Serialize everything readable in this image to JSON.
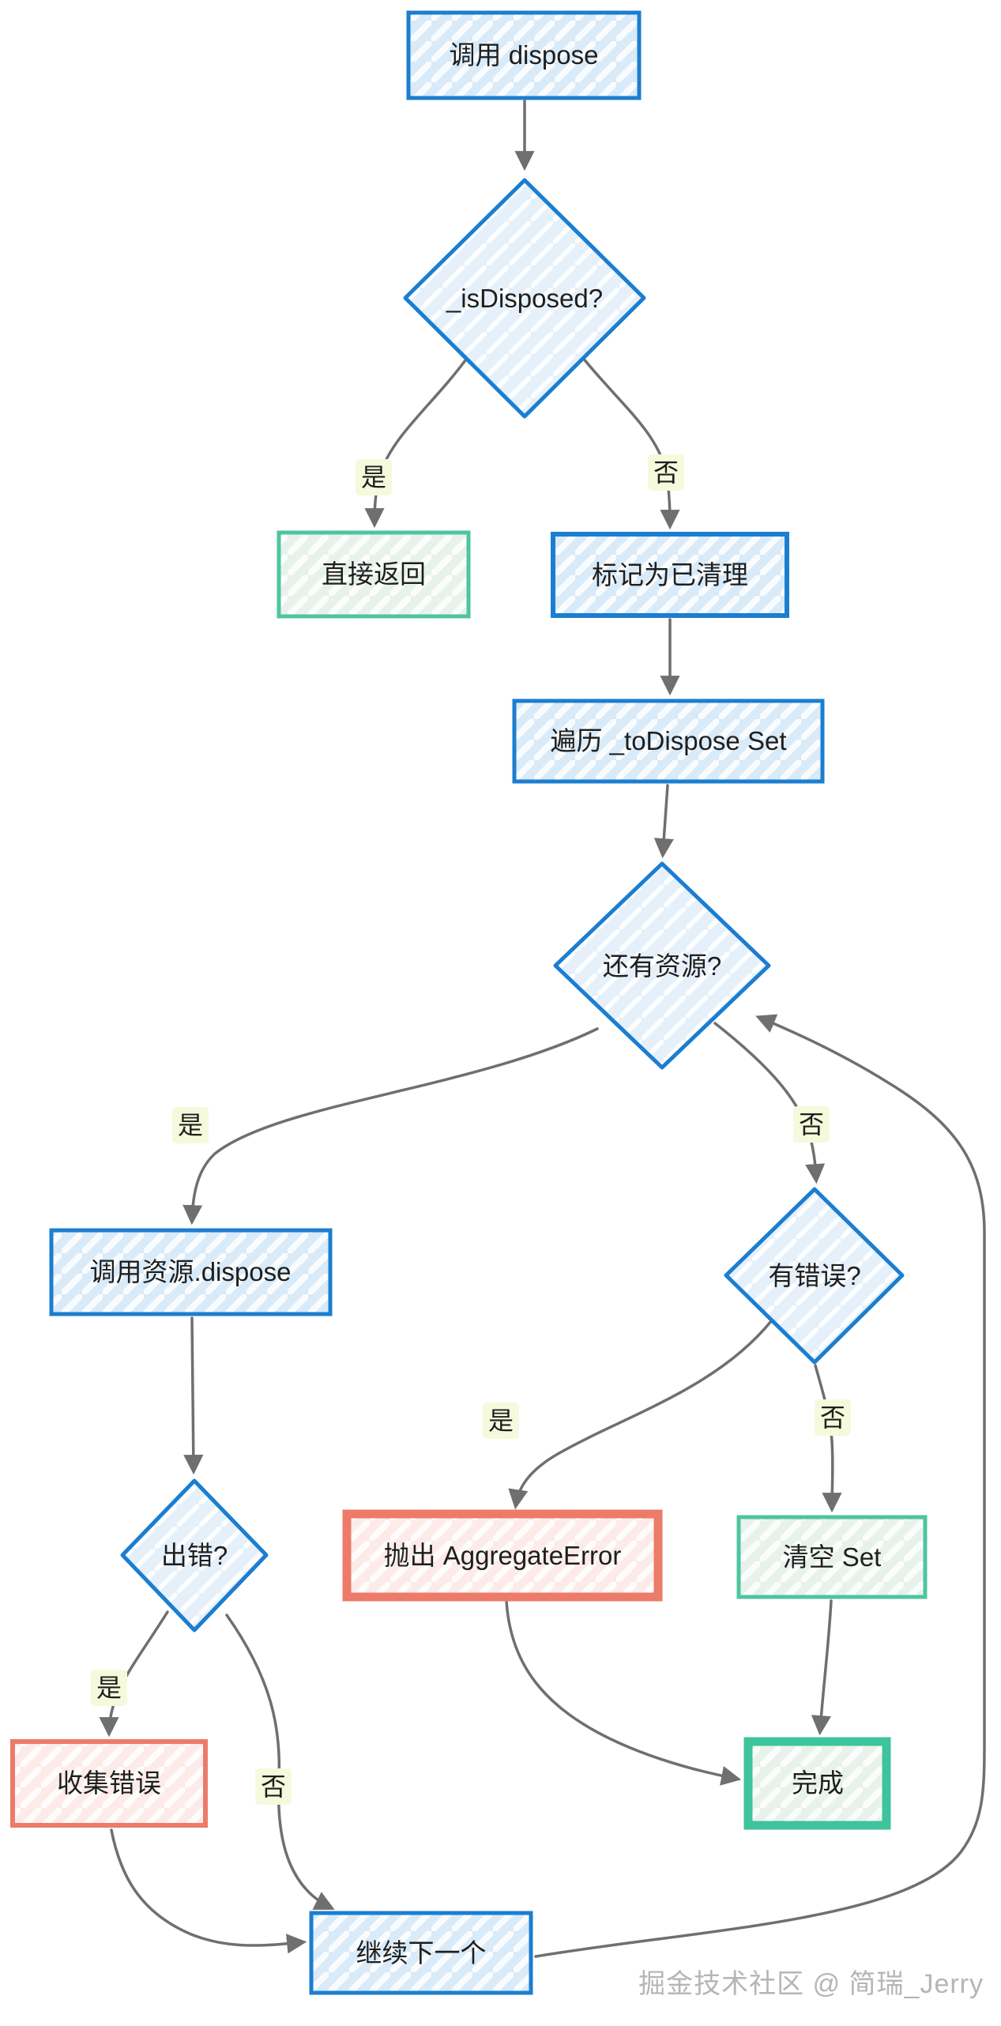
{
  "diagram": {
    "title_hint": "dispose 流程图",
    "nodes": {
      "start": {
        "label": "调用 dispose",
        "shape": "rect",
        "color_role": "blue"
      },
      "is_disposed": {
        "label": "_isDisposed?",
        "shape": "diamond",
        "color_role": "blue"
      },
      "return_directly": {
        "label": "直接返回",
        "shape": "rect",
        "color_role": "green"
      },
      "mark_disposed": {
        "label": "标记为已清理",
        "shape": "rect",
        "color_role": "blue"
      },
      "iterate_set": {
        "label": "遍历 _toDispose Set",
        "shape": "rect",
        "color_role": "blue"
      },
      "has_resources": {
        "label": "还有资源?",
        "shape": "diamond",
        "color_role": "blue"
      },
      "call_resource_dispose": {
        "label": "调用资源.dispose",
        "shape": "rect",
        "color_role": "blue"
      },
      "has_errors": {
        "label": "有错误?",
        "shape": "diamond",
        "color_role": "blue"
      },
      "throw_aggregate_error": {
        "label": "抛出 AggregateError",
        "shape": "rect",
        "color_role": "red"
      },
      "clear_set": {
        "label": "清空 Set",
        "shape": "rect",
        "color_role": "green"
      },
      "did_error": {
        "label": "出错?",
        "shape": "diamond",
        "color_role": "blue"
      },
      "collect_errors": {
        "label": "收集错误",
        "shape": "rect",
        "color_role": "red"
      },
      "done": {
        "label": "完成",
        "shape": "rect",
        "color_role": "green"
      },
      "continue_next": {
        "label": "继续下一个",
        "shape": "rect",
        "color_role": "blue"
      }
    },
    "edge_labels": {
      "yes": "是",
      "no": "否"
    },
    "colors": {
      "blue_stroke": "#1b7ed0",
      "blue_fill": "#d9eaf8",
      "diamond_fill": "#e5f0fa",
      "green_stroke": "#4fc4a1",
      "green_fill": "#e7f3ea",
      "red_stroke": "#ec7b69",
      "red_fill": "#fcebe8",
      "arrow": "#6f6f6f",
      "edge_label_bg": "#f5fadc",
      "text": "#1e1e1e",
      "watermark_color": "#b5b5b5"
    },
    "watermark": "掘金技术社区 @ 简瑞_Jerry"
  }
}
